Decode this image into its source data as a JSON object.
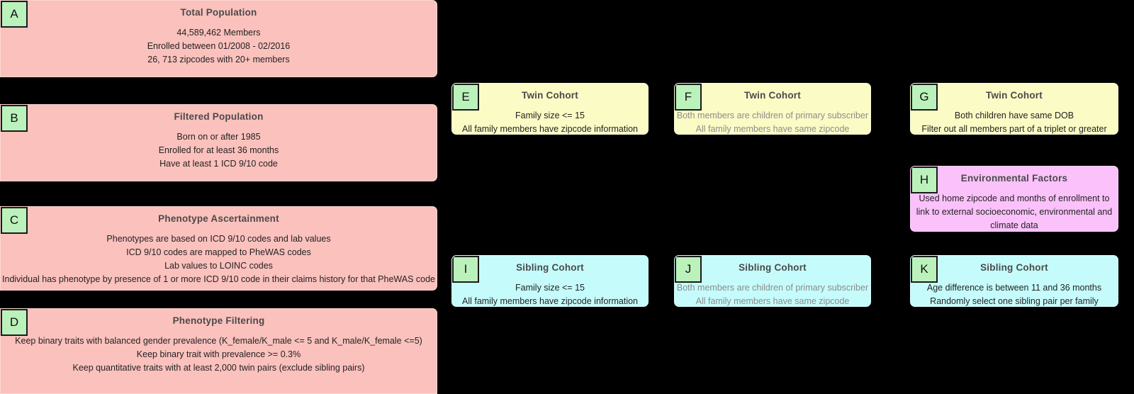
{
  "diagram": {
    "background_color": "#000000",
    "badge_color": "#bbf2bb",
    "colors": {
      "population_panel": "#fbc1bd",
      "twin_cohort_panel": "#fbfbc5",
      "sibling_cohort_panel": "#c5fbfb",
      "environmental_panel": "#fbc1fb",
      "title_text": "#4a4a4a",
      "body_text": "#232323",
      "muted_body_text": "#8c8c8c"
    }
  },
  "panels": [
    {
      "id": "A",
      "badge": "A",
      "title": "Total Population",
      "lines": [
        "44,589,462 Members",
        "Enrolled between 01/2008 - 02/2016",
        "26, 713 zipcodes with 20+ members"
      ]
    },
    {
      "id": "B",
      "badge": "B",
      "title": "Filtered Population",
      "lines": [
        "Born on or after 1985",
        "Enrolled for at least 36 months",
        "Have at least 1 ICD 9/10 code"
      ]
    },
    {
      "id": "C",
      "badge": "C",
      "title": "Phenotype Ascertainment",
      "lines": [
        "Phenotypes are based on ICD 9/10 codes and lab values",
        "ICD 9/10 codes are mapped to PheWAS codes",
        "Lab values to LOINC codes",
        "Individual has phenotype by presence of 1 or more ICD 9/10 code in their claims history for that PheWAS code"
      ]
    },
    {
      "id": "D",
      "badge": "D",
      "title": "Phenotype Filtering",
      "lines": [
        "Keep binary traits with balanced gender prevalence (K_female/K_male <= 5 and K_male/K_female <=5)",
        "Keep binary trait with prevalence >= 0.3%",
        "Keep quantitative traits with at least 2,000 twin pairs (exclude sibling pairs)"
      ]
    },
    {
      "id": "E",
      "badge": "E",
      "title": "Twin Cohort",
      "lines": [
        "Family size <= 15",
        "All family members have zipcode information"
      ]
    },
    {
      "id": "F",
      "badge": "F",
      "title": "Twin Cohort",
      "lines": [
        "Both members are children of primary subscriber",
        "All family members have same zipcode"
      ]
    },
    {
      "id": "G",
      "badge": "G",
      "title": "Twin Cohort",
      "lines": [
        "Both children have same DOB",
        "Filter out all members part of a triplet or greater"
      ]
    },
    {
      "id": "H",
      "badge": "H",
      "title": "Environmental Factors",
      "lines": [
        "Used home zipcode and months of enrollment to",
        "link to external socioeconomic, environmental and",
        "climate data"
      ]
    },
    {
      "id": "I",
      "badge": "I",
      "title": "Sibling Cohort",
      "lines": [
        "Family size <= 15",
        "All family members have zipcode information"
      ]
    },
    {
      "id": "J",
      "badge": "J",
      "title": "Sibling Cohort",
      "lines": [
        "Both members are children of primary subscriber",
        "All family members have same zipcode"
      ]
    },
    {
      "id": "K",
      "badge": "K",
      "title": "Sibling Cohort",
      "lines": [
        "Age difference is between 11 and 36 months",
        "Randomly select one sibling pair per family"
      ]
    }
  ]
}
